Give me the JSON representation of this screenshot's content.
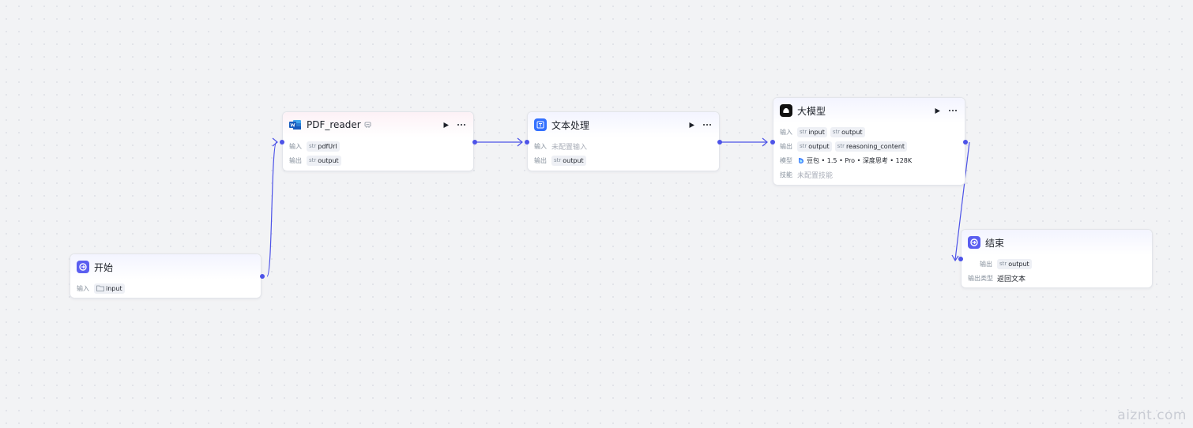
{
  "nodes": {
    "start": {
      "title": "开始",
      "input_label": "输入",
      "input_value": "input"
    },
    "pdf": {
      "title": "PDF_reader",
      "input_label": "输入",
      "output_label": "输出",
      "type_tag": "str",
      "input_value": "pdfUrl",
      "output_value": "output"
    },
    "text": {
      "title": "文本处理",
      "input_label": "输入",
      "input_value": "未配置输入",
      "output_label": "输出",
      "type_tag": "str",
      "output_value": "output"
    },
    "llm": {
      "title": "大模型",
      "input_label": "输入",
      "output_label": "输出",
      "model_label": "模型",
      "skill_label": "技能",
      "type_tag": "str",
      "inputs": [
        "input",
        "output"
      ],
      "outputs": [
        "output",
        "reasoning_content"
      ],
      "model_value": "豆包 • 1.5 • Pro • 深度思考 • 128K",
      "skill_value": "未配置技能"
    },
    "end": {
      "title": "结束",
      "output_label": "输出",
      "type_tag": "str",
      "output_value": "output",
      "output_type_label": "输出类型",
      "output_type_value": "返回文本"
    }
  },
  "watermark": "aiznt.com",
  "colors": {
    "accent": "#4d53e8",
    "edge": "#4d53e8"
  },
  "icons": {
    "start": "start-icon",
    "pdf": "word-doc-icon",
    "text": "text-process-icon",
    "llm": "llm-model-icon",
    "end": "end-icon"
  }
}
